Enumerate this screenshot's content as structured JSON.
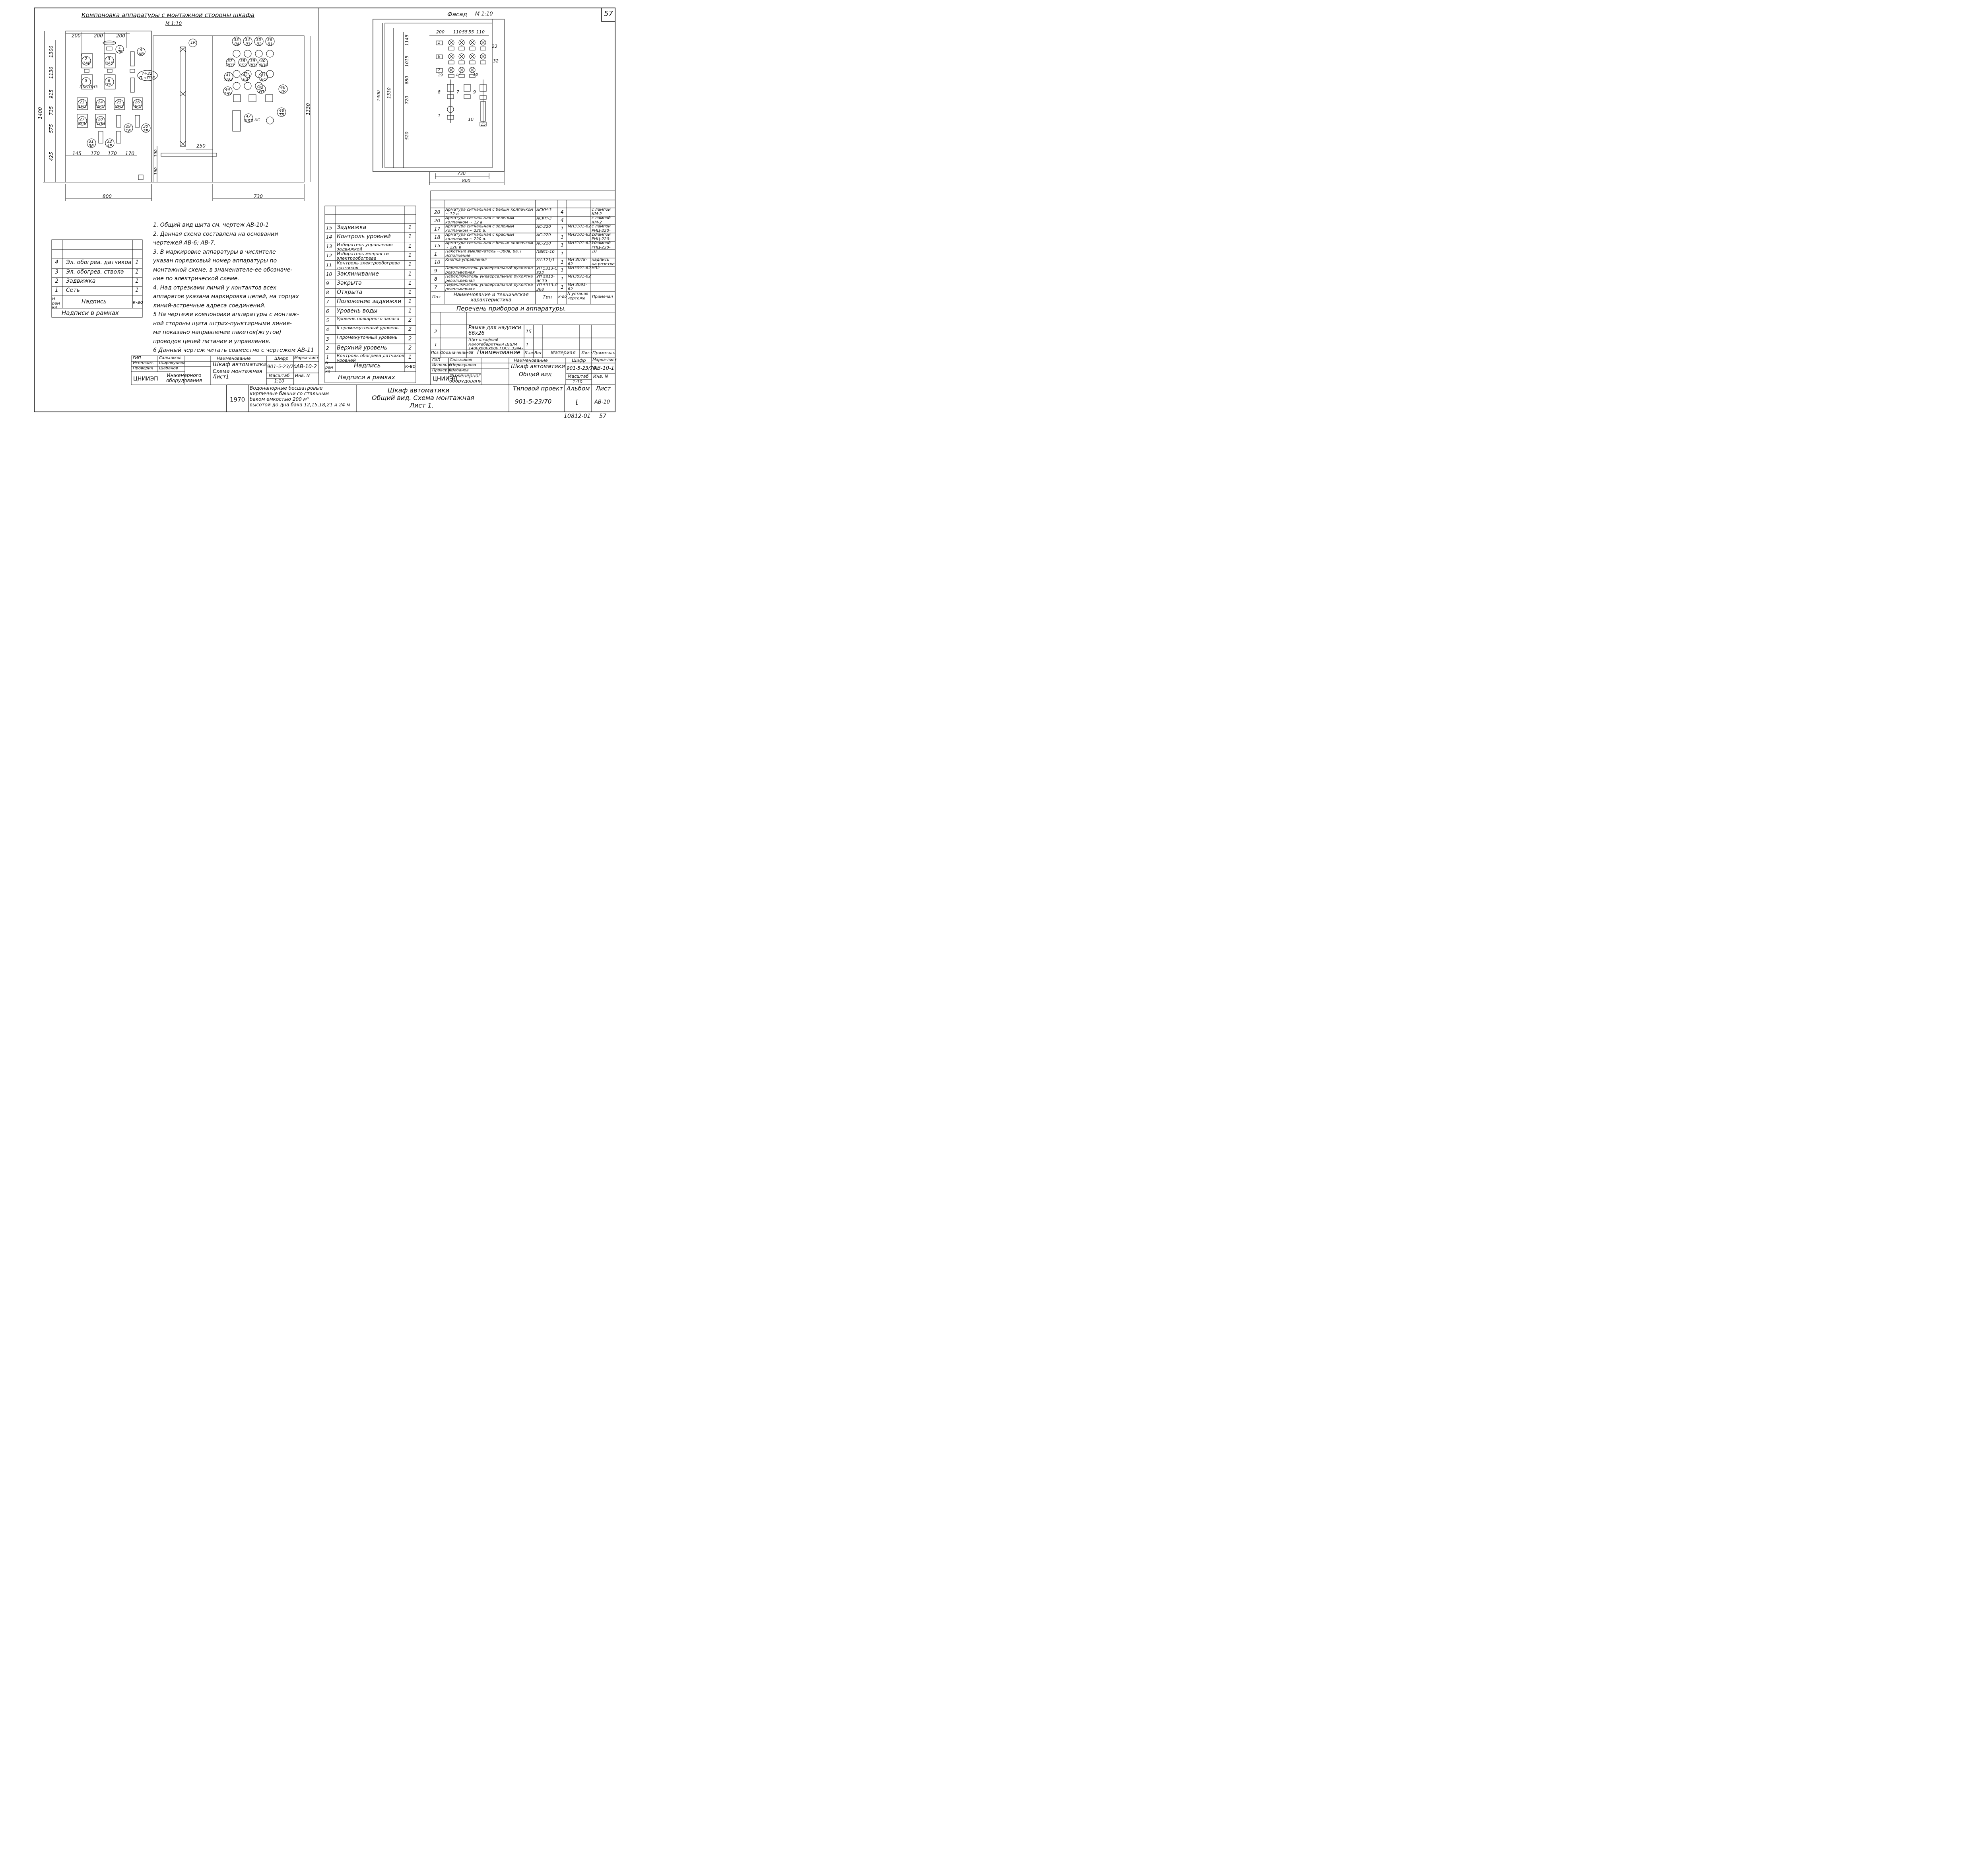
{
  "page_number": "57",
  "left_drawing": {
    "title": "Компоновка  аппаратуры   с  монтажной стороны шкафа",
    "scale": "М 1:10",
    "top_dims": [
      "200",
      "200",
      "200"
    ],
    "bottom_dims": [
      "145",
      "170",
      "170",
      "170"
    ],
    "left_dims": [
      "1300",
      "1130",
      "915",
      "735",
      "575",
      "425"
    ],
    "overall_height": "1400",
    "width_label": "800",
    "depth_label": "730",
    "depth_height": "1330",
    "dim_250": "250",
    "dim_100": "100",
    "dim_190": "190",
    "labels": {
      "c1k": "1К",
      "c1": "1",
      "c1sub": "ЛВ",
      "c4": "4",
      "c4sub": "АВ",
      "c2": "2",
      "c2sub": "2АВ",
      "c3": "3",
      "c3sub": "3АВ",
      "c5": "5",
      "c5sub": "ПКО",
      "c5ext": "ПНЗ",
      "c6": "6",
      "c6sub": "ТР",
      "c7": "7÷22",
      "c7sub": "П,÷П16",
      "c23": "23",
      "c23sub": "1РП",
      "c24": "24",
      "c24sub": "2РП",
      "c25": "25",
      "c25sub": "3РП",
      "c26": "26",
      "c26sub": "4РП",
      "c27": "27",
      "c27sub": "РПН",
      "c28": "28",
      "c28sub": "1ПН",
      "c29": "29",
      "c29sub": "1Р",
      "c30": "30",
      "c30sub": "2Р",
      "c31": "31",
      "c31sub": "3Р",
      "c32": "32",
      "c32sub": "4Р",
      "r33": "33",
      "r33sub": "Л4",
      "r34": "34",
      "r34sub": "Л3",
      "r35": "35",
      "r35sub": "Л2",
      "r36": "36",
      "r36sub": "Л1",
      "r37": "37",
      "r37sub": "ЛПЗ",
      "r38": "38",
      "r38sub": "ЛП2",
      "r39": "39",
      "r39sub": "ЛП1",
      "r40": "40",
      "r40sub": "ЛПВ",
      "r41": "41",
      "r41sub": "ЛЗЗ",
      "r42": "42",
      "r42sub": "ЛЗ",
      "r43": "43",
      "r43sub": "ЛО",
      "r44": "44",
      "r44sub": "1ЧУ",
      "r45": "45",
      "r45sub": "УП",
      "r46": "46",
      "r46sub": "4У",
      "r47": "47",
      "r47sub": "КЛЗ",
      "r47ext": "КС",
      "r48": "48",
      "r48sub": "ТБ"
    }
  },
  "facade": {
    "title": "Фасад",
    "scale": "М 1:10",
    "top_dims": [
      "200",
      "110",
      "55",
      "55",
      "110"
    ],
    "left_dims": [
      "1145",
      "1015",
      "880",
      "720",
      "520"
    ],
    "outer_height": "1400",
    "inner_height": "1330",
    "inner_width": "730",
    "outer_width": "800",
    "labels": [
      "33",
      "32",
      "1",
      "5",
      "2",
      "3",
      "4",
      "6",
      "12",
      "14",
      "16",
      "20",
      "7",
      "19",
      "17",
      "18",
      "10",
      "8",
      "7",
      "9",
      "2",
      "11",
      "13",
      "1",
      "1",
      "10",
      "15"
    ]
  },
  "notes": [
    "1. Общий  вид  щита   см. чертеж  АВ-10-1",
    "2. Данная  схема   составлена   на основании",
    "   чертежей  АВ-6; АВ-7.",
    "3.  В маркировке аппаратуры в числителе",
    "   указан  порядковый номер аппаратуры по",
    "   монтажной схеме, в знаменателе-ее обозначе-",
    "   ние  по электрической  схеме.",
    "4. Над  отрезками линий   у  контактов  всех",
    "   аппаратов указана маркировка цепей, на торцах",
    "   линий-встречные адреса  соединений.",
    "5  На чертеже  компоновки аппаратуры с монтаж-",
    "   ной  стороны  щита  штрих-пунктирными линия-",
    "   ми   показано направление пакетов(жгутов)",
    "   проводов  цепей  питания  и управления.",
    "6  Данный чертеж читать совместно с чертежом АВ-11"
  ],
  "frames_small": {
    "caption": "Надписи   в  рамках",
    "rows": [
      {
        "n": "4",
        "text": "Эл. обогрев. датчиков",
        "qty": "1"
      },
      {
        "n": "3",
        "text": "Эл. обогрев. ствола",
        "qty": "1"
      },
      {
        "n": "2",
        "text": "Задвижка",
        "qty": "1"
      },
      {
        "n": "1",
        "text": "Сеть",
        "qty": "1"
      }
    ],
    "header": {
      "n": "Н рам ки",
      "text": "Надпись",
      "qty": "к-во"
    }
  },
  "frames_mid": {
    "caption": "Надписи  в  рамках",
    "rows": [
      {
        "n": "15",
        "text": "Задвижка",
        "qty": "1"
      },
      {
        "n": "14",
        "text": "Контроль уровней",
        "qty": "1"
      },
      {
        "n": "13",
        "text": "Избиратель управления задвижкой",
        "qty": "1"
      },
      {
        "n": "12",
        "text": "Избиратель мощности электрообогрева",
        "qty": "1"
      },
      {
        "n": "11",
        "text": "Контроль электрообогрева датчиков",
        "qty": "1"
      },
      {
        "n": "10",
        "text": "Заклинивание",
        "qty": "1"
      },
      {
        "n": "9",
        "text": "Закрыта",
        "qty": "1"
      },
      {
        "n": "8",
        "text": "Открыта",
        "qty": "1"
      },
      {
        "n": "7",
        "text": "Положение задвижки",
        "qty": "1"
      },
      {
        "n": "6",
        "text": "Уровень  воды",
        "qty": "1"
      },
      {
        "n": "5",
        "text": "Уровень пожарного запаса",
        "qty": "2"
      },
      {
        "n": "4",
        "text": "II промежуточный уровень",
        "qty": "2"
      },
      {
        "n": "3",
        "text": "I промежуточный уровень",
        "qty": "2"
      },
      {
        "n": "2",
        "text": "Верхний  уровень",
        "qty": "2"
      },
      {
        "n": "1",
        "text": "Контроль обогрева датчиков уровней",
        "qty": "1"
      }
    ],
    "header": {
      "n": "N рам ки",
      "text": "Надпись",
      "qty": "к-во"
    }
  },
  "devices": {
    "caption": "Перечень  приборов   и  аппаратуры.",
    "header": {
      "pos": "Поз",
      "name": "Наименование  и техническая характеристика",
      "type": "Тип",
      "qty": "к-во",
      "install": "N установ чертежа",
      "note": "Примечан"
    },
    "rows": [
      {
        "pos": "20",
        "name": "Арматура сигнальная с белым колпачком ~ 12 в",
        "type": "АСКН-3",
        "qty": "4",
        "install": "",
        "note": "с лампой КМ-2"
      },
      {
        "pos": "20",
        "name": "Арматура сигнальная с зеленым колпачком ~ 12 в",
        "type": "АСКН-3",
        "qty": "4",
        "install": "",
        "note": "с лампой КМ-2"
      },
      {
        "pos": "17",
        "name": "Арматура сигнальная с зеленым колпачком ~ 220 в.",
        "type": "АС-220",
        "qty": "1",
        "install": "МН3101-62",
        "note": "с лампой РНЦ-220-10"
      },
      {
        "pos": "18",
        "name": "Арматура сигнальная с красным колпачком ~ 220 в.",
        "type": "АС-220",
        "qty": "1",
        "install": "МН3101-62",
        "note": "с лампой РНЦ-220-10"
      },
      {
        "pos": "15",
        "name": "Арматура сигнальная с белым колпачком ~ 220 в",
        "type": "АС-220",
        "qty": "1",
        "install": "МН3101-62",
        "note": "с лампой РНЦ-220-10"
      },
      {
        "pos": "1",
        "name": "Пакетный выключатель ~380в, 6а, I исполнение",
        "type": "ПВМ1-10",
        "qty": "1",
        "install": "",
        "note": ""
      },
      {
        "pos": "10",
        "name": "Кнопка  управления",
        "type": "КУ-121/3",
        "qty": "1",
        "install": "МН 3078-62",
        "note": "надпись на розетке НЗ2"
      },
      {
        "pos": "9",
        "name": "Переключатель универсальный рукоятка револьверная",
        "type": "УП 5313-С 322",
        "qty": "1",
        "install": "МН3091-62",
        "note": ""
      },
      {
        "pos": "8",
        "name": "Переключатель универсальный рукоятка револьверная",
        "type": "УП 5312-Ж 79",
        "qty": "1",
        "install": "МН3091-62",
        "note": ""
      },
      {
        "pos": "7",
        "name": "Переключатель универсальный рукоятка револьверная",
        "type": "УП 5313-Л 368",
        "qty": "1",
        "install": "МН 3091-62",
        "note": ""
      }
    ]
  },
  "spec": {
    "rows": [
      {
        "pos": "2",
        "name": "Рамка для надписи  66х26",
        "qty": "15"
      },
      {
        "pos": "1",
        "name": "Щит шкафной малогабаритный ЩШМ 1400х800х600 ГОСТ 3244-68",
        "qty": "1"
      }
    ],
    "header": {
      "pos": "Поз.",
      "code": "Обозначение",
      "name": "Наименование",
      "qty": "К-во",
      "weight": "Вес",
      "material": "Материал",
      "sheet": "Лист",
      "note": "Примечан"
    }
  },
  "stamp_left": {
    "roles": [
      "ГИП",
      "Исполнит.",
      "Проверил"
    ],
    "names": [
      "Сальников",
      "Широкунова",
      "Шабанов"
    ],
    "org": "ЦНИИЭП",
    "org2": "Инженерного оборудования",
    "name_header": "Наименование",
    "title": "Шкаф автоматики",
    "subtitle": "Схема монтажная Лист1",
    "code_header": "Шифр",
    "code": "901-5-23/70",
    "mark_header": "Марка-лист",
    "mark": "АВ-10-2",
    "scale_header": "Масштаб",
    "scale": "1:10",
    "inv": "Инв. N"
  },
  "stamp_right": {
    "roles": [
      "ГИП",
      "Исполнит",
      "Проверил"
    ],
    "names": [
      "Сальников",
      "Широкунова",
      "Шабанов"
    ],
    "org": "ЦНИИЭП",
    "org2": "Инженерного оборудования",
    "name_header": "Наименование",
    "title": "Шкаф автоматики",
    "subtitle": "Общий вид",
    "code_header": "Шифр",
    "code": "901-5-23/70",
    "mark_header": "Марка-лист",
    "mark": "АВ-10-1",
    "scale_header": "Масштаб",
    "scale": "1:10",
    "inv": "Инв. N"
  },
  "main_stamp": {
    "year": "1970",
    "project_desc": [
      "Водонапорные   бесшатровые",
      "кирпичные башни со стальным",
      "баком  емкостью   200 м³",
      "высотой до дна бака 12,15,18,21 и 24 м"
    ],
    "title1": "Шкаф  автоматики",
    "title2": "Общий  вид. Схема  монтажная",
    "title3": "Лист 1.",
    "tp_label": "Типовой  проект",
    "tp_value": "901-5-23/70",
    "album_label": "Альбом",
    "album_value": "I",
    "sheet_label": "Лист",
    "sheet_value": "АВ-10"
  },
  "footer": {
    "code": "10812-01",
    "page": "57"
  }
}
